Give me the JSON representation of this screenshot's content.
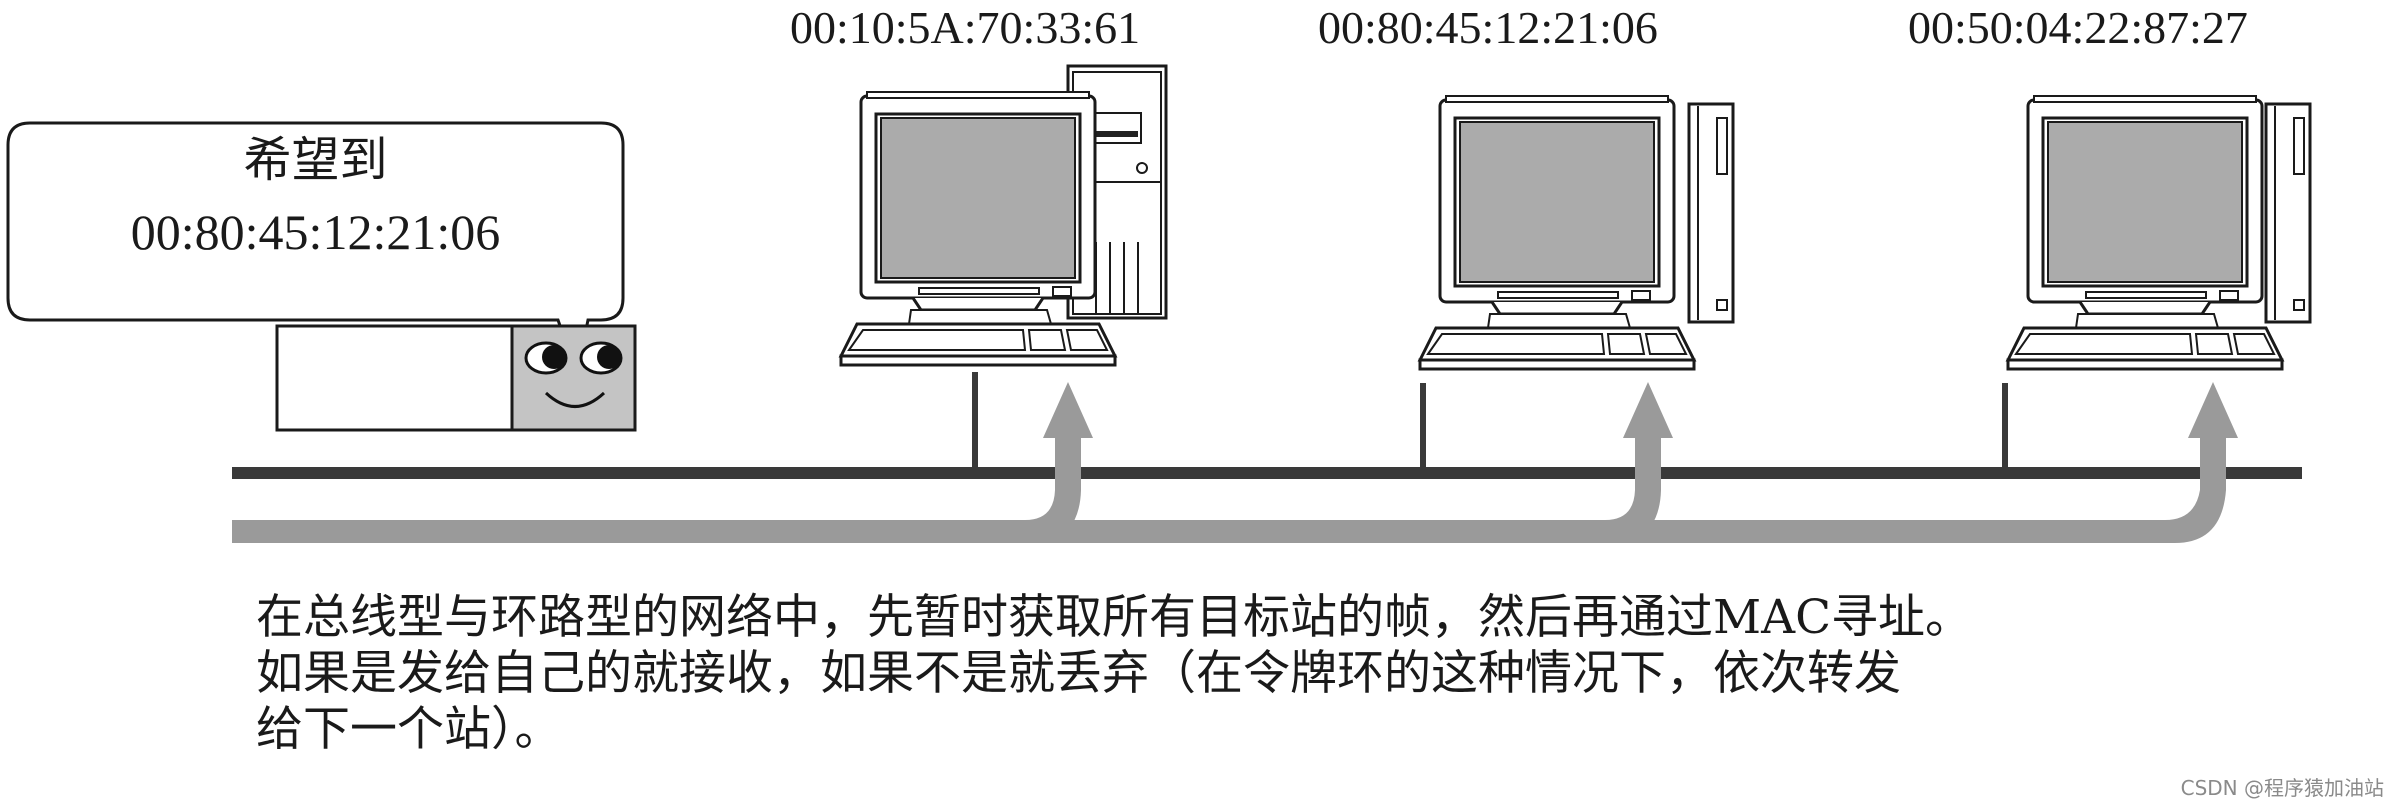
{
  "diagram": {
    "sender": {
      "bubble": {
        "line1": "希望到",
        "line2": "00:80:45:12:21:06"
      }
    },
    "stations": [
      {
        "mac": "00:10:5A:70:33:61",
        "tower": "large"
      },
      {
        "mac": "00:80:45:12:21:06",
        "tower": "slim"
      },
      {
        "mac": "00:50:04:22:87:27",
        "tower": "slim"
      }
    ],
    "colors": {
      "bus_line": "#3a3a3a",
      "frame_arrow": "#9a9a9a",
      "screen": "#ababab",
      "face": "#c4c4c4",
      "outline": "#1a1a1a"
    }
  },
  "caption": {
    "lines": [
      "在总线型与环路型的网络中，先暂时获取所有目标站的帧，然后再通过MAC寻址。",
      "如果是发给自己的就接收，如果不是就丢弃（在令牌环的这种情况下，依次转发",
      "给下一个站）。"
    ]
  },
  "watermark": "CSDN @程序猿加油站"
}
